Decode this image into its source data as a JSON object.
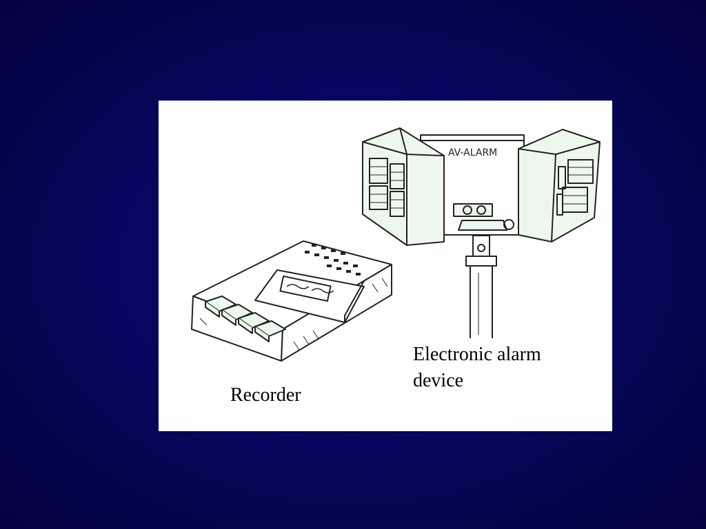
{
  "labels": {
    "alarm_caption": "Electronic alarm device",
    "recorder_caption": "Recorder",
    "alarm_sign": "AV-ALARM"
  },
  "colors": {
    "background": "#05055e",
    "panel": "#ffffff",
    "device_fill": "#eef7ee",
    "ink": "#222222"
  }
}
